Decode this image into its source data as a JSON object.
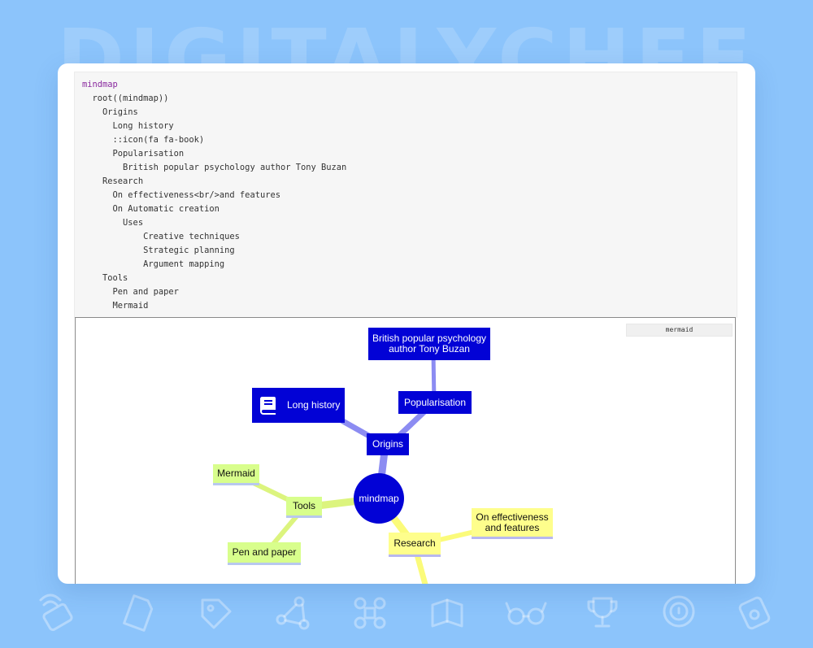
{
  "background": {
    "brand_text": "DIGITALYCHEF",
    "color": "#8cc4fb",
    "icons": [
      "wifi-card-icon",
      "sd-card-icon",
      "tag-icon",
      "nodes-icon",
      "network-icon",
      "book-icon",
      "glasses-icon",
      "trophy-icon",
      "help-icon",
      "card-icon"
    ]
  },
  "code": {
    "keyword": "mindmap",
    "lines": [
      "  root((mindmap))",
      "    Origins",
      "      Long history",
      "      ::icon(fa fa-book)",
      "      Popularisation",
      "        British popular psychology author Tony Buzan",
      "    Research",
      "      On effectiveness<br/>and features",
      "      On Automatic creation",
      "        Uses",
      "            Creative techniques",
      "            Strategic planning",
      "            Argument mapping",
      "    Tools",
      "      Pen and paper",
      "      Mermaid"
    ]
  },
  "diagram": {
    "badge": "mermaid",
    "root": "mindmap",
    "origins": "Origins",
    "long_history": "Long history",
    "popularisation": "Popularisation",
    "buzan_line1": "British popular psychology",
    "buzan_line2": "author Tony Buzan",
    "research": "Research",
    "effectiveness_line1": "On effectiveness",
    "effectiveness_line2": "and features",
    "tools": "Tools",
    "mermaid": "Mermaid",
    "pen_and_paper": "Pen and paper",
    "colors": {
      "origins_branch": "#0202d6",
      "research_branch": "#fefe8c",
      "tools_branch": "#d8fe8c"
    }
  }
}
